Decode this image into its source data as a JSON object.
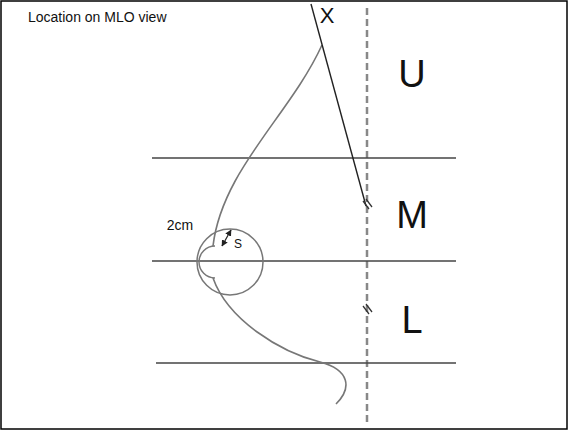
{
  "diagram": {
    "title": "Location on MLO view",
    "labels": [
      "X",
      "U",
      "M",
      "L",
      "2cm",
      "S"
    ]
  }
}
